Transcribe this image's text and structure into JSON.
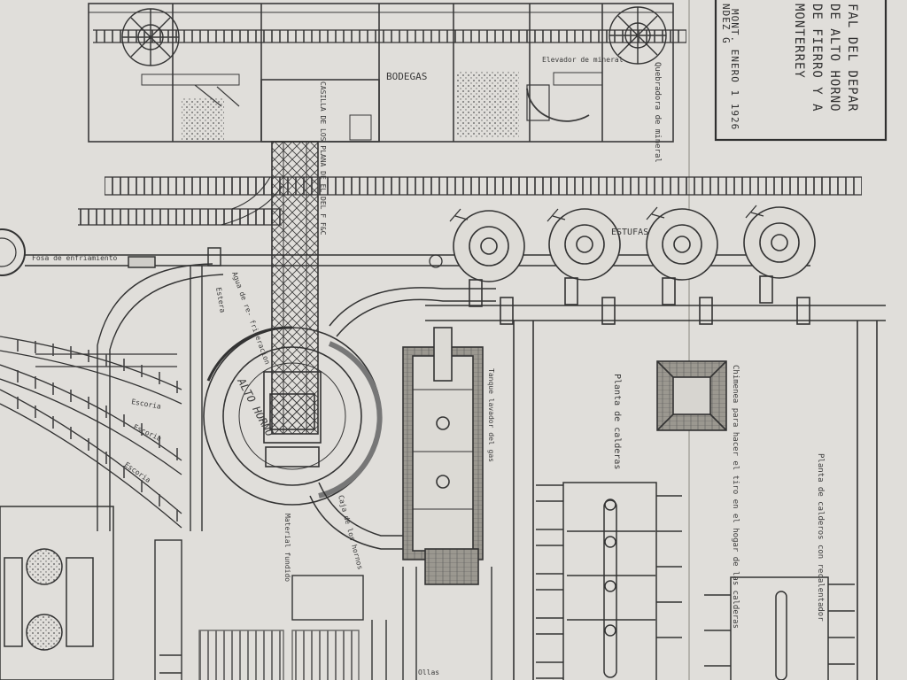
{
  "title_block": {
    "line1": "FAL DEL DEPAR",
    "line2": "DE ALTO HORNO",
    "line3": "DE FIERRO Y A",
    "line4": "MONTERREY",
    "author": "NDEZ G",
    "date": "MONT. ENERO 1 1926"
  },
  "labels": {
    "bodegas": "BODEGAS",
    "elevador": "Elevador de mineral",
    "quebradora": "Quebradora de mineral",
    "casilla": "CASILLA DE LOS PLANA DE EL DEL F F&C",
    "estufas": "ESTUFAS",
    "fosa": "Fosa de enfriamiento",
    "estera": "Estera",
    "agua": "Agua de re- frigeracion",
    "alto_horno": "ALTO HORNO",
    "escoria1": "Escoria",
    "escoria2": "Escoria",
    "escoria3": "Escoria",
    "tanque": "Tanque lavador del gas",
    "caja": "Caja de los hornos",
    "material": "Material fundido",
    "ollas": "Ollas",
    "planta_calderas": "Planta de calderas",
    "chimenea": "Chimenea para hacer el tiro en el hogar de las calderas",
    "planta_recalentador": "Planta de calderos con recalentador"
  }
}
